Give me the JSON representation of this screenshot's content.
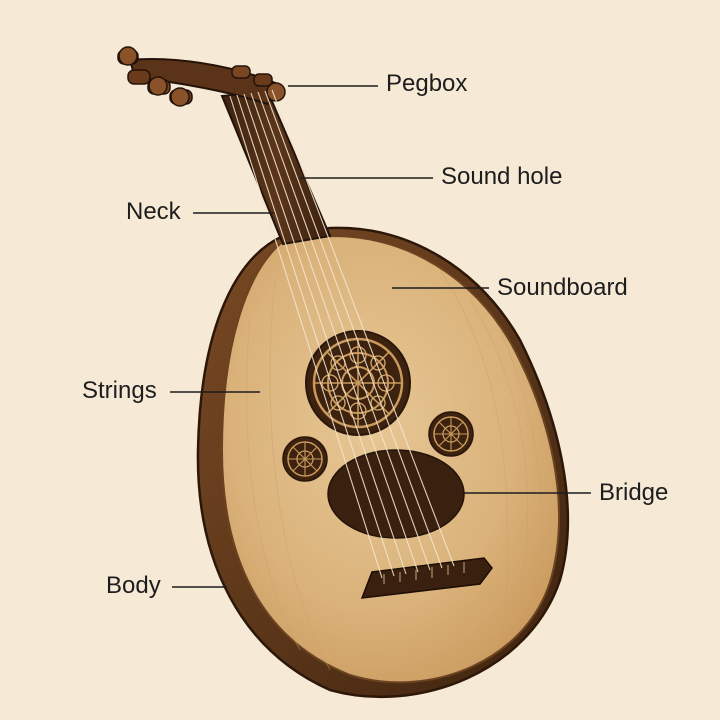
{
  "labels": {
    "pegbox": "Pegbox",
    "sound_hole": "Sound hole",
    "neck": "Neck",
    "soundboard": "Soundboard",
    "strings": "Strings",
    "bridge": "Bridge",
    "body": "Body"
  },
  "colors": {
    "background": "#f6ead6",
    "soundboard": "#dcb57f",
    "body_wood": "#5a3519",
    "neck": "#4a2b16",
    "ink": "#1d1d1d"
  }
}
